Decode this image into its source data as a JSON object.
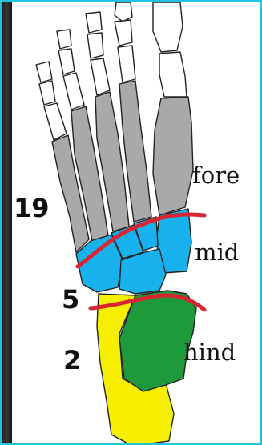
{
  "regions": {
    "fore": "fore",
    "mid": "mid",
    "hind": "hind"
  },
  "counts": {
    "fore": "19",
    "mid": "5",
    "hind": "2"
  },
  "colors": {
    "forefoot": "#a9a9a9",
    "midfoot": "#17b2ee",
    "hindfoot_talus": "#1e9a3a",
    "hindfoot_calcaneus": "#f6f000",
    "phalanges": "#ffffff",
    "joint_lines": "#d72631",
    "frame": "#1fc4df"
  }
}
